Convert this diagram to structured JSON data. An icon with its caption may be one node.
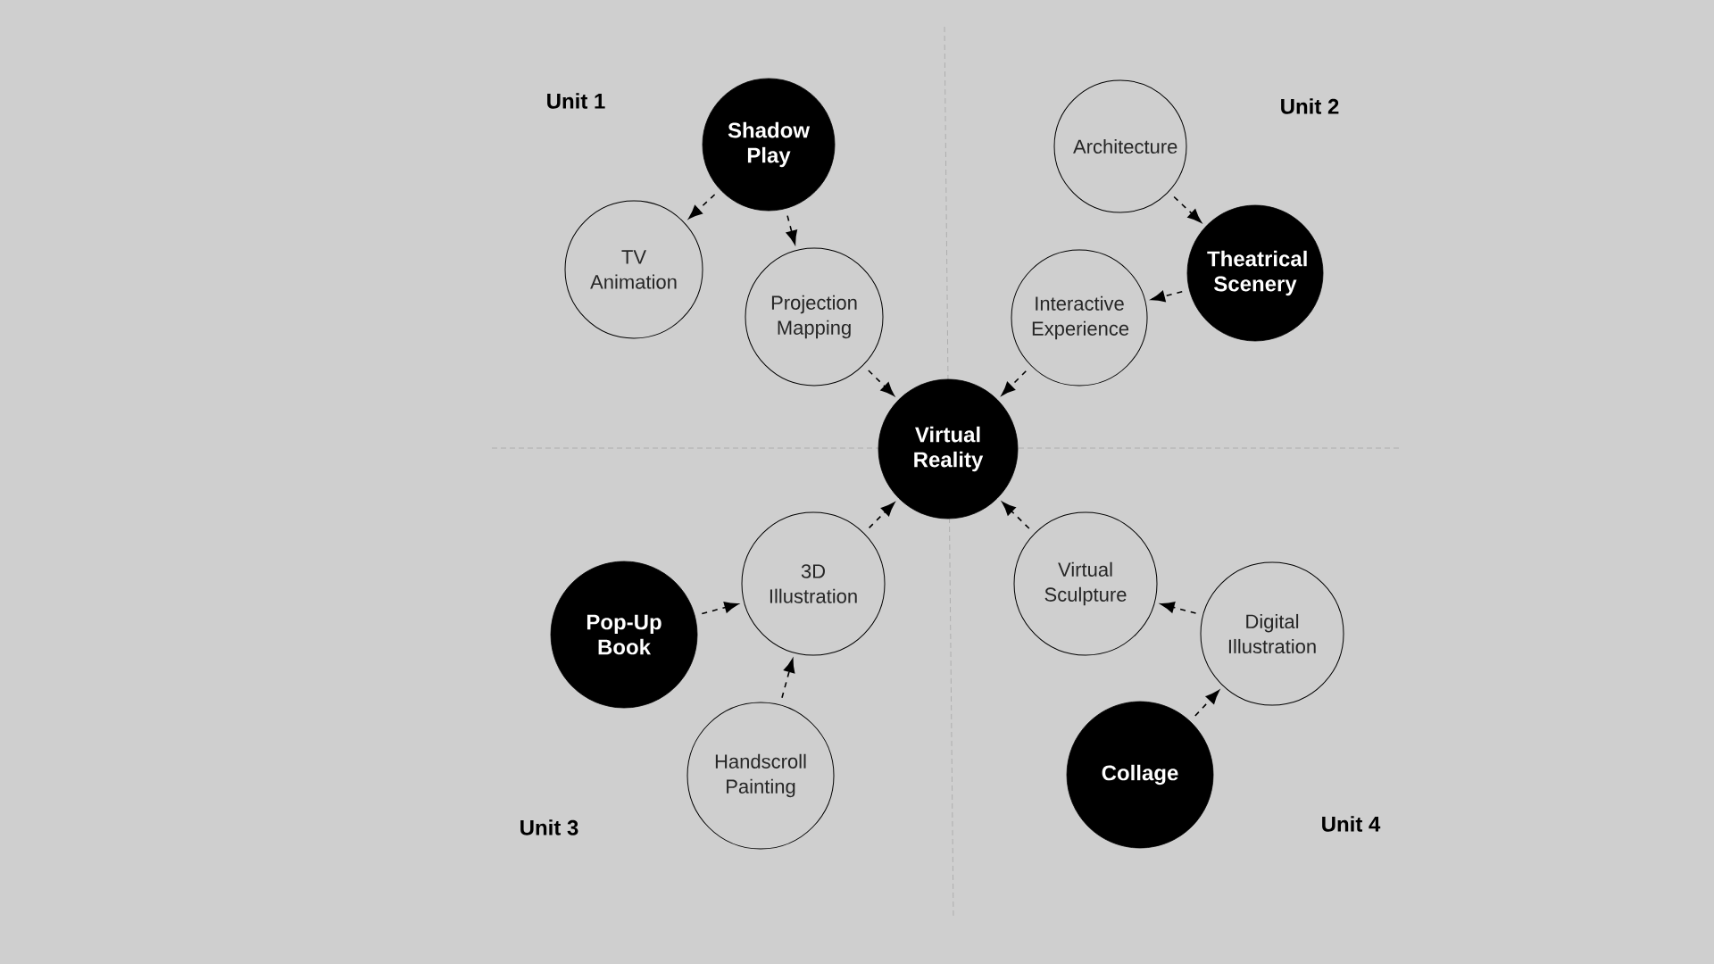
{
  "diagram": {
    "nodes": [
      {
        "text": [
          "Shadow Play"
        ]
      },
      {
        "text": [
          "TV Animation"
        ]
      },
      {
        "text": [
          "Projection Mapping"
        ]
      },
      {
        "text": [
          "Architecture"
        ]
      },
      {
        "text": [
          "Theatrical Scenery"
        ]
      },
      {
        "text": [
          "Interactive Experience"
        ]
      },
      {
        "text": [
          "Virtual Reality"
        ]
      },
      {
        "text": [
          "3D Illustration"
        ]
      },
      {
        "text": [
          "Pop-Up Book"
        ]
      },
      {
        "text": [
          "Handscroll Painting"
        ]
      },
      {
        "text": [
          "Virtual Sculpture"
        ]
      },
      {
        "text": [
          "Digital Illustration"
        ]
      },
      {
        "text": [
          "Collage"
        ]
      }
    ],
    "edges": [
      {
        "from": 0,
        "to": 1,
        "arrow": "to",
        "style": "dashed"
      },
      {
        "from": 0,
        "to": 2,
        "arrow": "to",
        "style": "dashed"
      },
      {
        "from": 2,
        "to": 6,
        "arrow": "to",
        "style": "dashed"
      },
      {
        "from": 3,
        "to": 4,
        "arrow": "to",
        "style": "dashed"
      },
      {
        "from": 4,
        "to": 5,
        "arrow": "to",
        "style": "dashed"
      },
      {
        "from": 5,
        "to": 6,
        "arrow": "to",
        "style": "dashed"
      },
      {
        "from": 7,
        "to": 6,
        "arrow": "to",
        "style": "dashed"
      },
      {
        "from": 8,
        "to": 7,
        "arrow": "to",
        "style": "dashed"
      },
      {
        "from": 9,
        "to": 7,
        "arrow": "to",
        "style": "dashed"
      },
      {
        "from": 10,
        "to": 6,
        "arrow": "to",
        "style": "dashed"
      },
      {
        "from": 11,
        "to": 10,
        "arrow": "to",
        "style": "dashed"
      },
      {
        "from": 12,
        "to": 11,
        "arrow": "to",
        "style": "dashed"
      }
    ],
    "labels": [
      "Unit 1",
      "Unit 2",
      "Unit 3",
      "Unit 4"
    ]
  }
}
